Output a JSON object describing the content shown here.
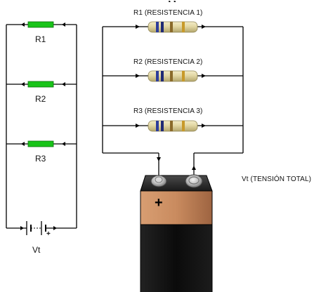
{
  "clipped_top_text": ", ,",
  "schematic": {
    "resistors": [
      {
        "label": "R1",
        "color": "#19c419"
      },
      {
        "label": "R2",
        "color": "#19c419"
      },
      {
        "label": "R3",
        "color": "#19c419"
      }
    ],
    "battery": {
      "label": "Vt",
      "plus_sign": "+"
    }
  },
  "pictorial": {
    "resistors": [
      {
        "label": "R1 (RESISTENCIA 1)"
      },
      {
        "label": "R2 (RESISTENCIA 2)"
      },
      {
        "label": "R3 (RESISTENCIA 3)"
      }
    ],
    "battery": {
      "label": "Vt (TENSIÓN TOTAL)",
      "plus_sign": "+"
    }
  },
  "colors": {
    "wire": "#000000",
    "resistor_body": "#ddd3a0",
    "resistor_band_1": "#2d3d9a",
    "resistor_band_2": "#8a6a2a",
    "resistor_band_3": "#c89a2a",
    "battery_top": "#c98b5f",
    "battery_body": "#111111"
  }
}
